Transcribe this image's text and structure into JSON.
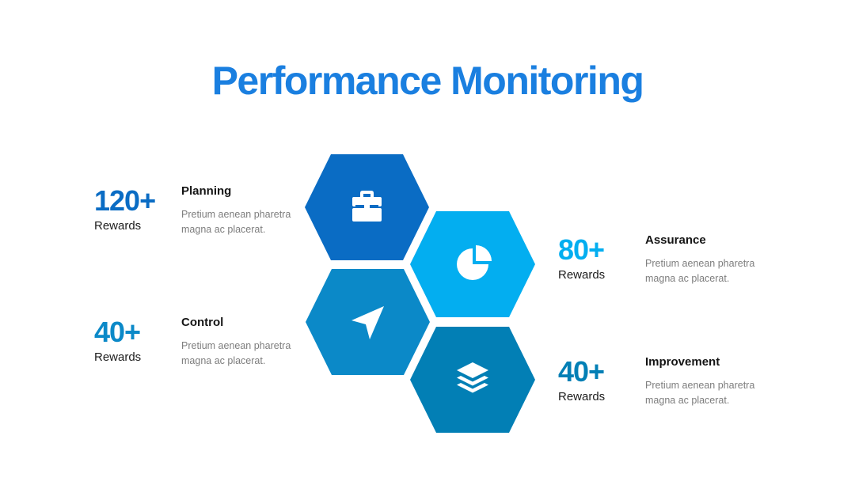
{
  "title": "Performance Monitoring",
  "colors": {
    "title": "#1a7fe0",
    "hex_planning": "#0a6cc4",
    "hex_assurance": "#03aef0",
    "hex_control": "#0b89c8",
    "hex_improvement": "#027fb5"
  },
  "items": {
    "planning": {
      "value": "120+",
      "label": "Rewards",
      "heading": "Planning",
      "text_line1": "Pretium aenean pharetra",
      "text_line2": "magna ac placerat.",
      "icon": "briefcase-icon"
    },
    "control": {
      "value": "40+",
      "label": "Rewards",
      "heading": "Control",
      "text_line1": "Pretium aenean pharetra",
      "text_line2": "magna ac placerat.",
      "icon": "paper-plane-icon"
    },
    "assurance": {
      "value": "80+",
      "label": "Rewards",
      "heading": "Assurance",
      "text_line1": "Pretium aenean pharetra",
      "text_line2": "magna ac placerat.",
      "icon": "pie-chart-icon"
    },
    "improvement": {
      "value": "40+",
      "label": "Rewards",
      "heading": "Improvement",
      "text_line1": "Pretium aenean pharetra",
      "text_line2": "magna ac placerat.",
      "icon": "layers-icon"
    }
  }
}
